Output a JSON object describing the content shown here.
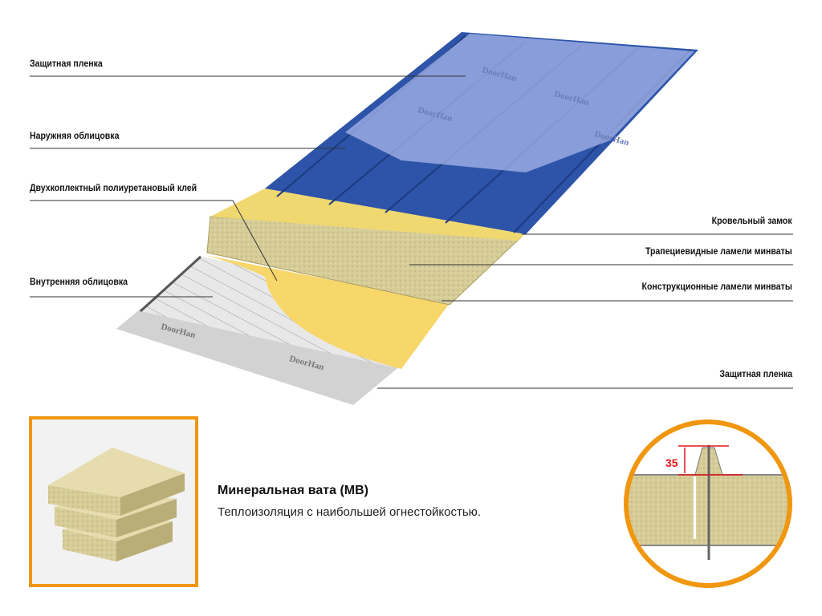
{
  "labels_left": [
    {
      "text": "Защитная пленка"
    },
    {
      "text": "Наружняя облицовка"
    },
    {
      "text": "Двухкоплектный полиуретановый клей"
    },
    {
      "text": "Внутренняя облицовка"
    }
  ],
  "labels_right": [
    {
      "text": "Кровельный замок"
    },
    {
      "text": "Трапециевидные ламели минваты"
    },
    {
      "text": "Конструкционные ламели минваты"
    },
    {
      "text": "Защитная пленка"
    }
  ],
  "film_brand": "DoorHan",
  "product": {
    "title": "Минеральная вата (МВ)",
    "subtitle": "Теплоизоляция с наибольшей огнестойкостью."
  },
  "detail": {
    "dimension": "35"
  },
  "colors": {
    "accent_orange": "#f0960f",
    "panel_blue": "#2d54a8",
    "film_blue": "#8fa3e0",
    "mineral_wool": "#d9cf9a",
    "glue_yellow": "#f7d66a",
    "dimension_red": "#e0161c"
  }
}
